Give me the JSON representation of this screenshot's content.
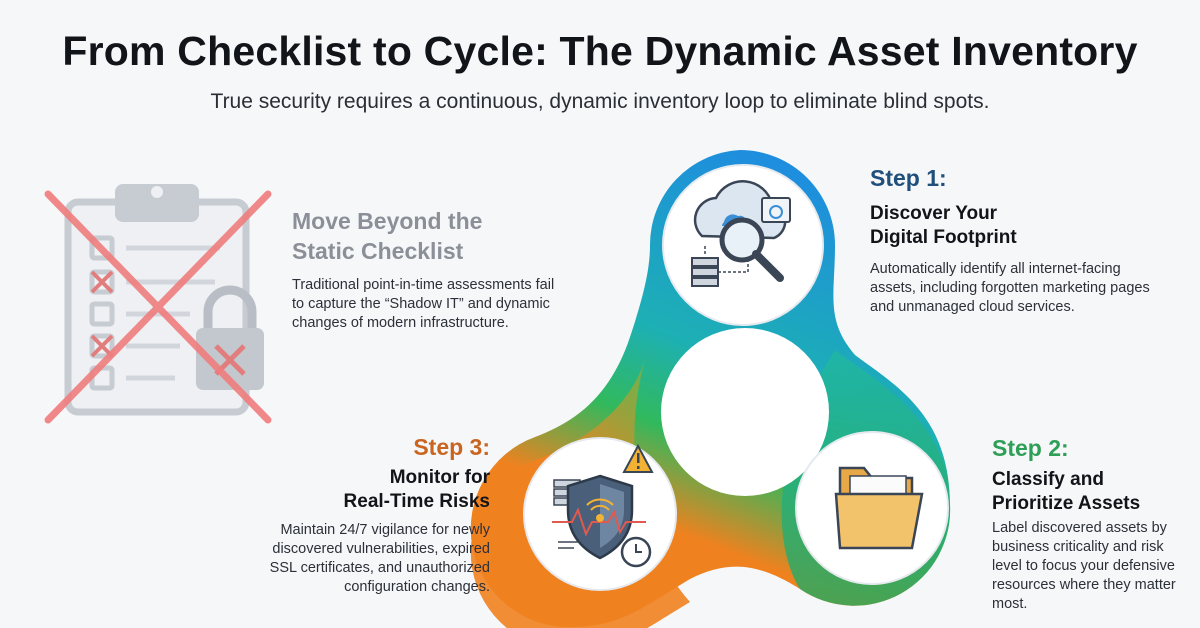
{
  "header": {
    "title": "From Checklist to Cycle: The Dynamic Asset Inventory",
    "subtitle": "True security requires a continuous, dynamic inventory loop to eliminate blind spots."
  },
  "static_checklist": {
    "heading_line1": "Move Beyond the",
    "heading_line2": "Static Checklist",
    "body": "Traditional point-in-time assessments fail to capture the “Shadow IT” and dynamic changes of modern infrastructure.",
    "icon": "crossed-out-clipboard-icon"
  },
  "steps": [
    {
      "label": "Step 1:",
      "title_line1": "Discover Your",
      "title_line2": "Digital Footprint",
      "description": "Automatically identify all internet-facing assets, including forgotten marketing pages and unmanaged cloud services.",
      "icon": "cloud-magnifier-icon",
      "color": "#1e88e5"
    },
    {
      "label": "Step 2:",
      "title_line1": "Classify and",
      "title_line2": "Prioritize Assets",
      "description": "Label discovered assets by business criticality and risk level to focus your defensive resources where they matter most.",
      "icon": "folder-icon",
      "color": "#2ea85a"
    },
    {
      "label": "Step 3:",
      "title_line1": "Monitor for",
      "title_line2": "Real-Time Risks",
      "description": "Maintain 24/7 vigilance for newly discovered vulnerabilities, expired SSL certificates, and unauthorized configuration changes.",
      "icon": "shield-alert-icon",
      "color": "#f0811f"
    }
  ]
}
